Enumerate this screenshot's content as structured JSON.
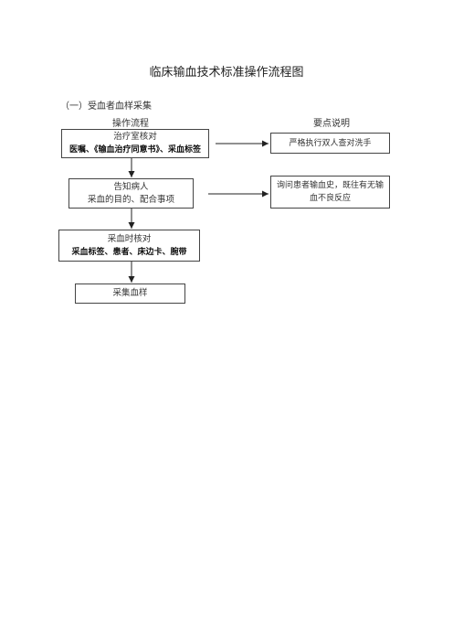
{
  "title": "临床输血技术标准操作流程图",
  "section_heading": "（一）受血者血样采集",
  "columns": {
    "flow": "操作流程",
    "notes": "要点说明"
  },
  "steps": [
    {
      "line1": "治疗室核对",
      "line2": "医嘱、《输血治疗同意书》、采血标签"
    },
    {
      "line1": "告知病人",
      "line2": "采血的目的、配合事项"
    },
    {
      "line1": "采血时核对",
      "line2": "采血标签、患者、床边卡、腕带"
    },
    {
      "line1": "采集血样"
    }
  ],
  "notes": [
    {
      "line1": "严格执行双人查对洗手"
    },
    {
      "line1": "询问患者输血史，既往有无输",
      "line2": "血不良反应"
    }
  ]
}
